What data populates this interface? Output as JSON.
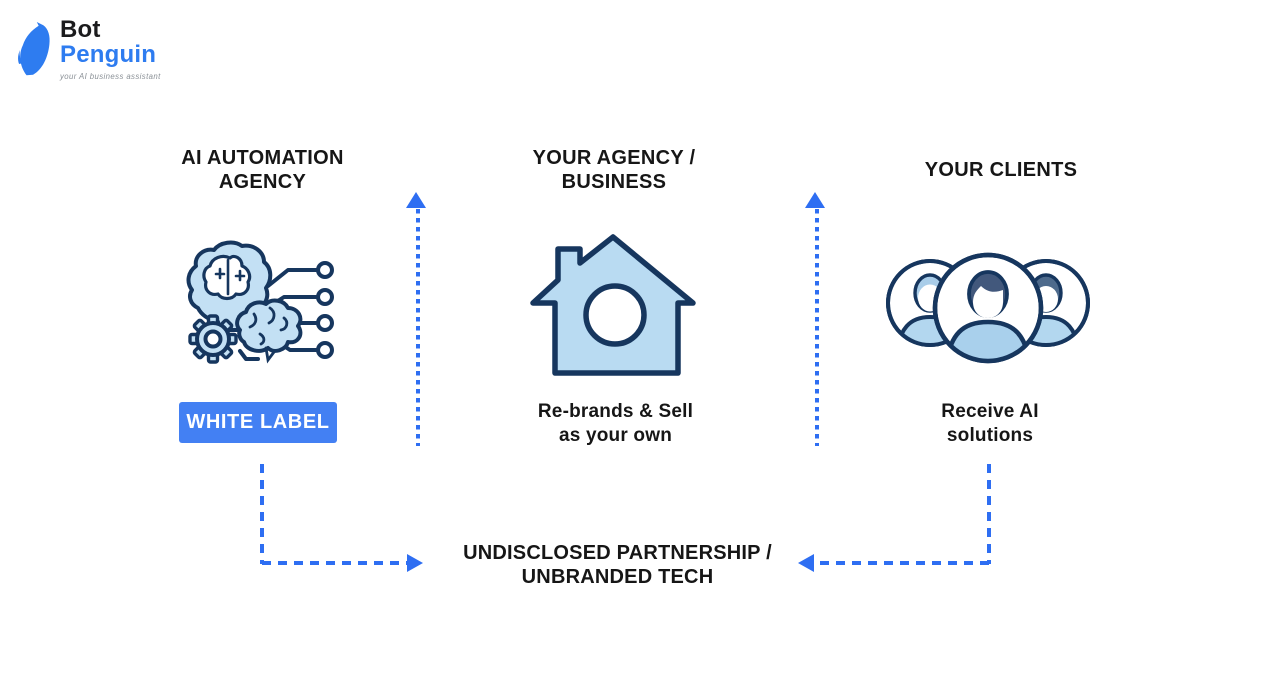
{
  "brand": {
    "logo_text_top": "Bot",
    "logo_text_bottom": "Penguin",
    "tagline": "your AI business assistant",
    "icon": "penguin-icon",
    "colors": {
      "penguin_blue": "#2e7cf0",
      "bot_black": "#1b1b1d",
      "tagline_gray": "#8a9096"
    }
  },
  "diagram": {
    "columns": [
      {
        "title": "AI AUTOMATION\nAGENCY",
        "icon": "ai-brain-circuit-icon",
        "badge": "WHITE LABEL"
      },
      {
        "title": "YOUR AGENCY /\nBUSINESS",
        "icon": "house-icon",
        "caption": "Re-brands & Sell\nas your own"
      },
      {
        "title": "YOUR CLIENTS",
        "icon": "clients-group-icon",
        "caption": "Receive AI\nsolutions"
      }
    ],
    "bottom_label": "UNDISCLOSED PARTNERSHIP /\nUNBRANDED TECH",
    "arrows": [
      {
        "name": "agency-to-business-arrow",
        "style": "dotted",
        "direction": "up"
      },
      {
        "name": "business-to-clients-arrow",
        "style": "dotted",
        "direction": "up"
      },
      {
        "name": "whitelabel-to-partnership-arrow",
        "style": "dashed",
        "direction": "down-then-right"
      },
      {
        "name": "clients-to-partnership-arrow",
        "style": "dashed",
        "direction": "down-then-left"
      }
    ],
    "colors": {
      "arrow_blue": "#2e6ef2",
      "badge_blue": "#4380f3",
      "badge_text": "#ffffff",
      "icon_fill_light_blue": "#c3e0f4",
      "icon_stroke_navy": "#16365e",
      "heading_text": "#161616"
    }
  }
}
